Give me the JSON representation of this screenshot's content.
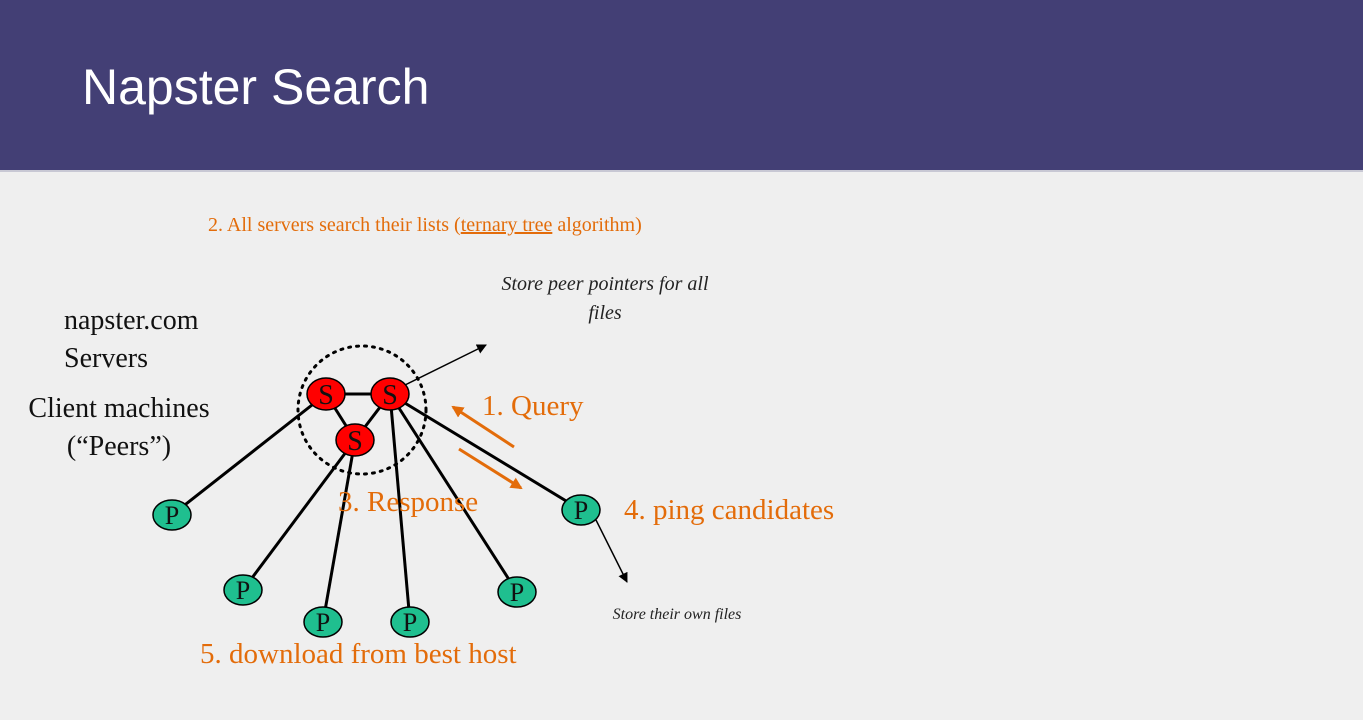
{
  "slide": {
    "title": "Napster Search",
    "step2_prefix": "2. All servers search their lists (",
    "step2_link": "ternary tree",
    "step2_suffix": " algorithm)"
  },
  "notes": {
    "servers_note": "Store peer pointers for all files",
    "peers_note": "Store their own files"
  },
  "labels": {
    "servers_line1": "napster.com",
    "servers_line2": "Servers",
    "clients_line1": "Client machines",
    "clients_line2": "(“Peers”)",
    "query": "1. Query",
    "response": "3. Response",
    "ping": "4. ping candidates",
    "download": "5. download from best host"
  },
  "nodes": {
    "server_letter": "S",
    "peer_letter": "P"
  },
  "colors": {
    "header": "#433f75",
    "server": "#ff0000",
    "peer": "#1fbf8f",
    "orange": "#e36c0a"
  }
}
